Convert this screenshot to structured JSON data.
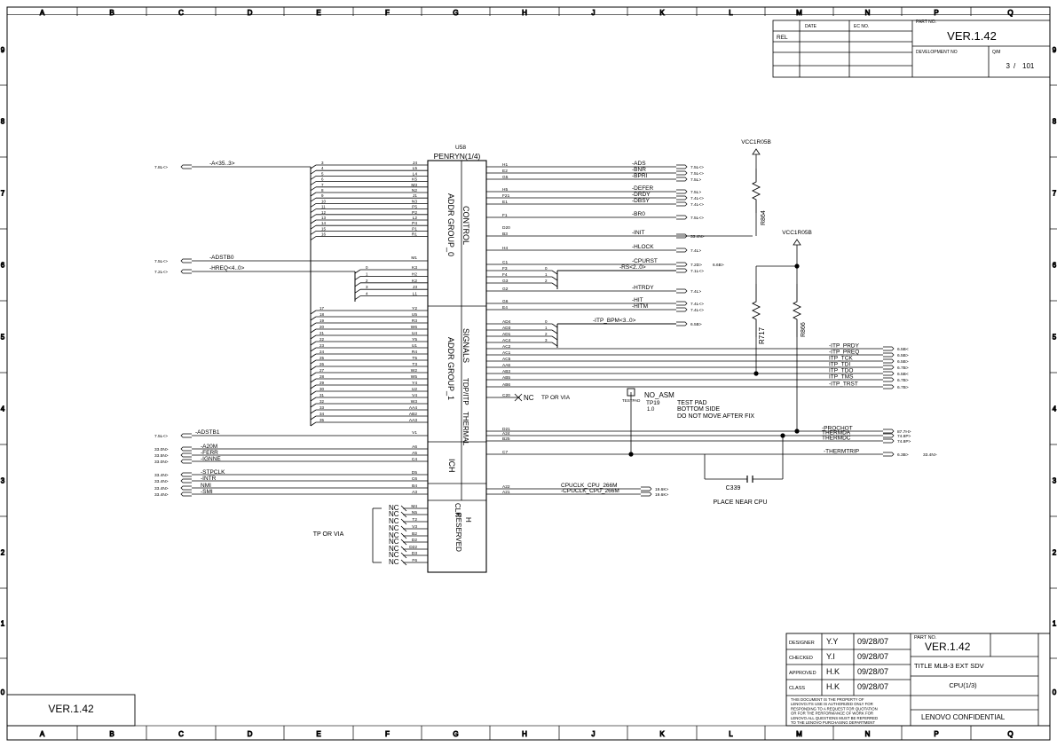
{
  "border": {
    "columns": [
      "A",
      "B",
      "C",
      "D",
      "E",
      "F",
      "G",
      "H",
      "J",
      "K",
      "L",
      "M",
      "N",
      "P",
      "Q"
    ],
    "rows": [
      "9",
      "8",
      "7",
      "6",
      "5",
      "4",
      "3",
      "2",
      "1",
      "0"
    ]
  },
  "revision_block": {
    "col_date": "DATE",
    "col_ec": "EC  NO.",
    "rel": "REL",
    "part_no_label": "PART  NO.",
    "version": "VER.1.42",
    "development_no_label": "DEVELOPMENT  NO",
    "qm_label": "Q/M",
    "sheet": "3",
    "sheet_total": "101"
  },
  "components": {
    "u58_ref": "U58",
    "u58_value": "PENRYN(1/4)",
    "vcc1": "VCC1R05B",
    "vcc2": "VCC1R05B",
    "r864": "R864",
    "r717": "R717",
    "r866": "R866",
    "c339": "C339",
    "tp19_ref": "TP19",
    "tp19_value": "1.0",
    "testpad": "TESTPAD"
  },
  "group_labels": {
    "addr_group0": "ADDR GROUP_0",
    "addr_group1": "ADDR GROUP_1",
    "control": "CONTROL",
    "signals": "SIGNALS",
    "tdp_itp": "TDP/ITP",
    "thermal": "THERMAL",
    "ich": "ICH",
    "clk": "CLK",
    "h": "H",
    "reserved": "RESERVED"
  },
  "left_nets": [
    {
      "name": "-A<35..3>",
      "ref": "7.8L<>"
    },
    {
      "name": "-ADSTB0",
      "ref": "7.5L<>"
    },
    {
      "name": "-HREQ<4..0>",
      "ref": "7.2L<>"
    },
    {
      "name": "-ADSTB1",
      "ref": "7.5L<>"
    },
    {
      "name": "-A20M",
      "ref": "33.0N>"
    },
    {
      "name": "-FERR",
      "ref": "33.5N>"
    },
    {
      "name": "-IGNNE",
      "ref": "33.0N>"
    },
    {
      "name": "-STPCLK",
      "ref": "33.4N>"
    },
    {
      "name": "-INTR",
      "ref": "33.4N>"
    },
    {
      "name": "NMI",
      "ref": "33.4N>"
    },
    {
      "name": "-SMI",
      "ref": "33.4N>"
    }
  ],
  "right_nets": [
    {
      "name": "-ADS",
      "ref": "7.5L<>"
    },
    {
      "name": "-BNR",
      "ref": "7.5L<>"
    },
    {
      "name": "-BPRI",
      "ref": "7.5L>"
    },
    {
      "name": "-DEFER",
      "ref": "7.5L>"
    },
    {
      "name": "-DRDY",
      "ref": "7.4L<>"
    },
    {
      "name": "-DBSY",
      "ref": "7.4L<>"
    },
    {
      "name": "-BR0",
      "ref": "7.5L<>"
    },
    {
      "name": "-INIT",
      "ref": "33.4N>"
    },
    {
      "name": "-HLOCK",
      "ref": "7.4L>"
    },
    {
      "name": "-CPURST",
      "ref": "7.2D>"
    },
    {
      "name": "-RS<2..0>",
      "ref": "7.1L<>"
    },
    {
      "name": "-HTRDY",
      "ref": "7.4L>"
    },
    {
      "name": "-HIT",
      "ref": "7.4L<>"
    },
    {
      "name": "-HITM",
      "ref": "7.4L<>"
    },
    {
      "name": "-ITP_BPM<3..0>",
      "ref": "6.5B>"
    },
    {
      "name": "-ITP_PRDY",
      "ref": "6.5B<"
    },
    {
      "name": "-ITP_PREQ",
      "ref": "6.5B>"
    },
    {
      "name": "ITP_TCK",
      "ref": "6.5B>"
    },
    {
      "name": "ITP_TDI",
      "ref": "6.7B>"
    },
    {
      "name": "ITP_TDO",
      "ref": "6.5B<"
    },
    {
      "name": "ITP_TMS",
      "ref": "6.7B>"
    },
    {
      "name": "-ITP_TRST",
      "ref": "6.7B>"
    },
    {
      "name": "-PROCHOT",
      "ref": "87.7H>"
    },
    {
      "name": "THERMDA",
      "ref": "74.8P>"
    },
    {
      "name": "THERMDC",
      "ref": "74.8P>"
    },
    {
      "name": "-THERMTRIP",
      "ref": "6.3B>"
    },
    {
      "name": "CPUCLK_CPU_266M",
      "ref": "19.6K>"
    },
    {
      "name": "-CPUCLK_CPU_266M",
      "ref": "19.6K>"
    }
  ],
  "extra_refs": {
    "cpurst2": "6.6B>",
    "thermtrip2": "33.4N>"
  },
  "pins": {
    "left_a0": [
      "J4",
      "L5",
      "L4",
      "K5",
      "M3",
      "N2",
      "J1",
      "N3",
      "P5",
      "P2",
      "L2",
      "P4",
      "P1",
      "R1"
    ],
    "left_m1": "M1",
    "left_hreq": [
      "K3",
      "H2",
      "K2",
      "J3",
      "L1"
    ],
    "left_a1": [
      "Y2",
      "U5",
      "R3",
      "W6",
      "U4",
      "Y5",
      "U1",
      "R4",
      "T5",
      "T3",
      "W2",
      "W5",
      "Y4",
      "U2",
      "V4",
      "W3",
      "AA4",
      "AB2",
      "AA3"
    ],
    "left_v1": "V1",
    "left_ich": [
      "A6",
      "A5",
      "C4",
      "D5",
      "C6",
      "B4",
      "A3"
    ],
    "right_ctrl": [
      "H1",
      "E2",
      "G5",
      "H5",
      "F21",
      "E1",
      "F1",
      "D20",
      "B3",
      "H4",
      "C1",
      "F3",
      "F4",
      "G3",
      "G2",
      "G6",
      "E4"
    ],
    "right_sig": [
      "AD4",
      "AD3",
      "AD1",
      "AC4",
      "AC2",
      "AC1",
      "AC5",
      "AA6",
      "AB3",
      "AB5",
      "AB6",
      "C20"
    ],
    "right_therm": [
      "D21",
      "A24",
      "B25",
      "C7"
    ],
    "right_clk": [
      "A22",
      "A21"
    ],
    "reserved": [
      "M4",
      "N5",
      "T2",
      "V3",
      "B2",
      "D2",
      "D22",
      "D3",
      "F6"
    ],
    "bus_numbers_a0": [
      "3",
      "4",
      "5",
      "6",
      "7",
      "8",
      "9",
      "10",
      "11",
      "12",
      "13",
      "14",
      "15",
      "16"
    ],
    "bus_numbers_a1": [
      "17",
      "18",
      "19",
      "20",
      "21",
      "22",
      "23",
      "24",
      "25",
      "26",
      "27",
      "28",
      "29",
      "30",
      "31",
      "32",
      "33",
      "34",
      "35"
    ],
    "bus_numbers_hreq": [
      "0",
      "1",
      "2",
      "3",
      "4"
    ],
    "bus_numbers_rs": [
      "0",
      "1",
      "2"
    ],
    "bus_numbers_bpm": [
      "0",
      "1",
      "2",
      "3"
    ]
  },
  "notes": {
    "nc": "NC",
    "nc_tp": "TP  OR  VIA",
    "tp_or_via": "TP  OR  VIA",
    "no_asm": "NO_ASM",
    "test_pad": "TEST  PAD",
    "bottom_side": "BOTTOM  SIDE",
    "do_not_move": "DO  NOT  MOVE  AFTER  FIX",
    "place_near_cpu": "PLACE  NEAR  CPU"
  },
  "title_block": {
    "designer_label": "DESIGNER",
    "designer": "Y.Y",
    "designer_date": "09/28/07",
    "checked_label": "CHECKED",
    "checked": "Y.I",
    "checked_date": "09/28/07",
    "approved_label": "APPROVED",
    "approved": "H.K",
    "approved_date": "09/28/07",
    "class_label": "CLASS",
    "class": "H.K",
    "class_date": "09/28/07",
    "part_no_label": "PART  NO.",
    "version": "VER.1.42",
    "title": "TITLE   MLB-3   EXT   SDV",
    "subtitle": "CPU(1/3)",
    "confidential": "LENOVO  CONFIDENTIAL",
    "notice": [
      "THIS   DOCUMENT   IS   THE   PROPERTY   OF",
      "LENOVO.ITS   USE   IS   AUTHORIZED   ONLY   FOR",
      "RESPONDING  TO  A  REQUEST  FOR  QUOTATION",
      "OR   FOR   THE   PERFORMANCE   OF   WORK   FOR",
      "LENOVO.ALL   QUESTIONS   MUST   BE   REFERRED",
      "TO   THE   LENOVO   PURCHASING   DEPARTMENT"
    ]
  },
  "bottom_version": "VER.1.42"
}
